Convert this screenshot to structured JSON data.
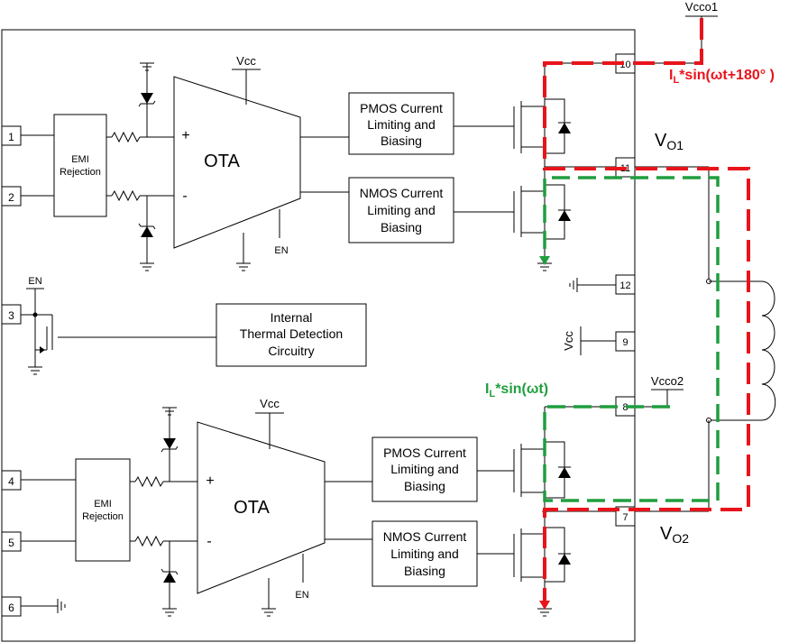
{
  "pins": {
    "p1": "1",
    "p2": "2",
    "p3": "3",
    "p4": "4",
    "p5": "5",
    "p6": "6",
    "p7": "7",
    "p8": "8",
    "p9": "9",
    "p10": "10",
    "p11": "11",
    "p12": "12"
  },
  "blocks": {
    "emi_line1": "EMI",
    "emi_line2": "Rejection",
    "ota": "OTA",
    "pmos_line1": "PMOS Current",
    "pmos_line2": "Limiting and",
    "pmos_line3": "Biasing",
    "nmos_line1": "NMOS Current",
    "nmos_line2": "Limiting and",
    "nmos_line3": "Biasing",
    "thermal_line1": "Internal",
    "thermal_line2": "Thermal Detection",
    "thermal_line3": "Circuitry"
  },
  "labels": {
    "vcc": "Vcc",
    "en": "EN",
    "plus": "+",
    "minus": "-",
    "vcco1": "Vcco1",
    "vcco2": "Vcco2",
    "vo1_main": "V",
    "vo1_sub": "O1",
    "vo2_main": "V",
    "vo2_sub": "O2",
    "il_red_main": "I",
    "il_red_sub": "L",
    "il_red_tail": "*sin(ωt+180° )",
    "il_green_main": "I",
    "il_green_sub": "L",
    "il_green_tail": "*sin(ωt)"
  },
  "colors": {
    "red_path": "#e8141b",
    "green_path": "#1f9e3e"
  }
}
